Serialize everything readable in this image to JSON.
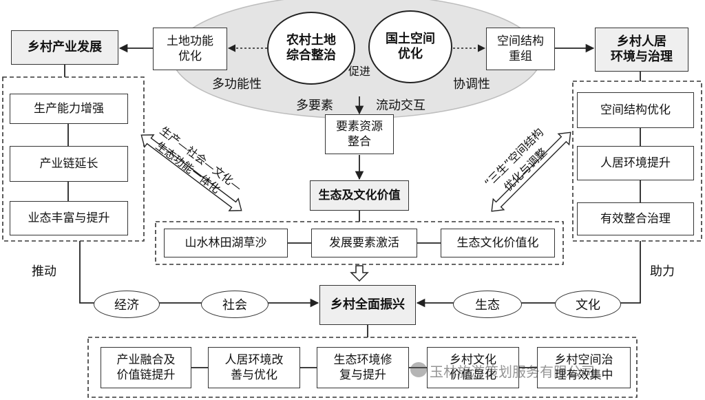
{
  "center": {
    "left_circle": "农村土地\n综合整治",
    "right_circle": "国土空间\n优化",
    "between": "促进",
    "left_label": "多功能性",
    "right_label": "协调性",
    "bottom_left": "多要素",
    "bottom_right": "流动交互",
    "integrate": "要素资源\n整合",
    "value": "生态及文化价值"
  },
  "left": {
    "title": "乡村产业发展",
    "bridge": "土地功能\n优化",
    "items": [
      "生产能力增强",
      "产业链延长",
      "业态丰富与提升"
    ],
    "side_label": "推动",
    "diag_line1": "生产—社会—文化—",
    "diag_line2": "生态功能一体化"
  },
  "right": {
    "title": "乡村人居\n环境与治理",
    "bridge": "空间结构\n重组",
    "items": [
      "空间结构优化",
      "人居环境提升",
      "有效整合治理"
    ],
    "side_label": "助力",
    "diag_line1": "“三生”空间结构",
    "diag_line2": "优化与调整"
  },
  "middle_row": [
    "山水林田湖草沙",
    "发展要素激活",
    "生态文化价值化"
  ],
  "revitalize": "乡村全面振兴",
  "ovals": [
    "经济",
    "社会",
    "生态",
    "文化"
  ],
  "bottom_row": [
    "产业融合及\n价值链提升",
    "人居环境改\n善与优化",
    "生态环境修\n复与提升",
    "乡村文化\n价值显化",
    "乡村空间治\n理有效集中"
  ],
  "watermark": "玉林旅游策划服务有限公司"
}
